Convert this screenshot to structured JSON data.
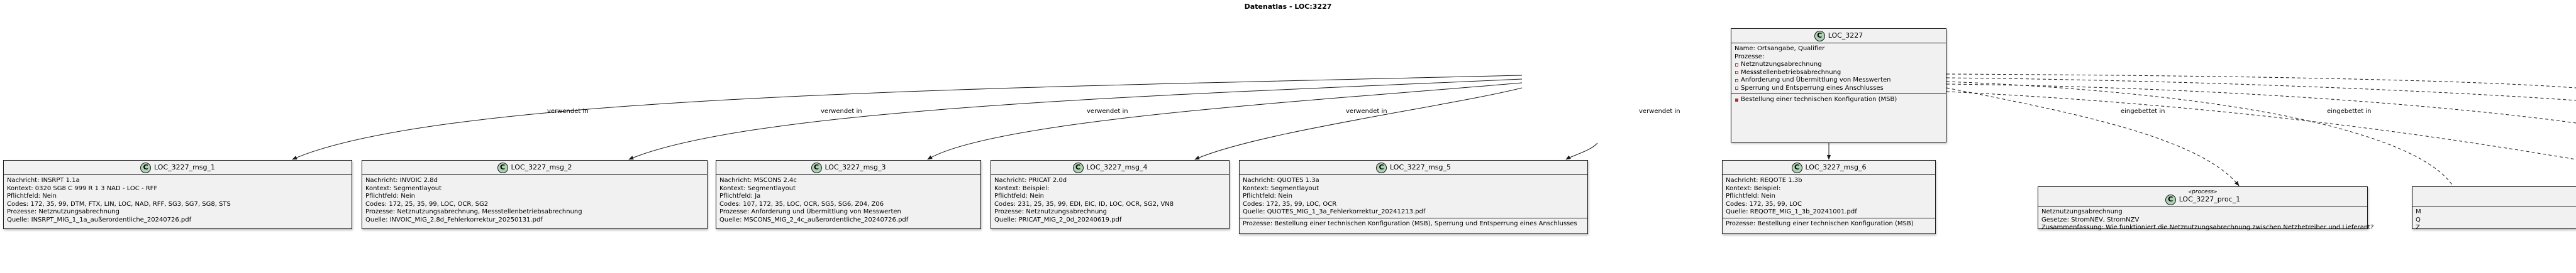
{
  "title": "Datenatlas - LOC:3227",
  "root": {
    "badge": "C",
    "name": "LOC_3227",
    "lines": [
      "Name: Ortsangabe, Qualifier",
      "Prozesse:"
    ],
    "open_items": [
      "Netznutzungsabrechnung",
      "Messstellenbetriebsabrechnung",
      "Anforderung und Übermittlung von Messwerten",
      "Sperrung und Entsperrung eines Anschlusses"
    ],
    "filled_items": [
      "Bestellung einer technischen Konfiguration (MSB)"
    ]
  },
  "edges": {
    "used_in": "verwendet in",
    "embedded_in": "eingebettet in"
  },
  "messages": [
    {
      "badge": "C",
      "name": "LOC_3227_msg_1",
      "lines": [
        "Nachricht: INSRPT 1.1a",
        "Kontext: 0320   SG8   C   999   R   1   3   NAD - LOC - RFF",
        "Pflichtfeld: Nein",
        "Codes: 172, 35, 99, DTM, FTX, LIN, LOC, NAD, RFF, SG3, SG7, SG8, STS",
        "Prozesse: Netznutzungsabrechnung",
        "Quelle: INSRPT_MIG_1_1a_außerordentliche_20240726.pdf"
      ],
      "footer": []
    },
    {
      "badge": "C",
      "name": "LOC_3227_msg_2",
      "lines": [
        "Nachricht: INVOIC 2.8d",
        "Kontext: Segmentlayout",
        "Pflichtfeld: Nein",
        "Codes: 172, 25, 35, 99, LOC, OCR, SG2",
        "Prozesse: Netznutzungsabrechnung, Messstellenbetriebsabrechnung",
        "Quelle: INVOIC_MIG_2.8d_Fehlerkorrektur_20250131.pdf"
      ],
      "footer": []
    },
    {
      "badge": "C",
      "name": "LOC_3227_msg_3",
      "lines": [
        "Nachricht: MSCONS 2.4c",
        "Kontext: Segmentlayout",
        "Pflichtfeld: Ja",
        "Codes: 107, 172, 35, LOC, OCR, SG5, SG6, Z04, Z06",
        "Prozesse: Anforderung und Übermittlung von Messwerten",
        "Quelle: MSCONS_MIG_2_4c_außerordentliche_20240726.pdf"
      ],
      "footer": []
    },
    {
      "badge": "C",
      "name": "LOC_3227_msg_4",
      "lines": [
        "Nachricht: PRICAT 2.0d",
        "Kontext: Beispiel:",
        "Pflichtfeld: Nein",
        "Codes: 231, 25, 35, 99, EDI, EIC, ID, LOC, OCR, SG2, VN8",
        "Prozesse: Netznutzungsabrechnung",
        "Quelle: PRICAT_MIG_2_0d_20240619.pdf"
      ],
      "footer": []
    },
    {
      "badge": "C",
      "name": "LOC_3227_msg_5",
      "lines": [
        "Nachricht: QUOTES 1.3a",
        "Kontext: Segmentlayout",
        "Pflichtfeld: Nein",
        "Codes: 172, 35, 99, LOC, OCR",
        "Quelle: QUOTES_MIG_1_3a_Fehlerkorrektur_20241213.pdf"
      ],
      "footer": [
        "Prozesse: Bestellung einer technischen Konfiguration (MSB), Sperrung und Entsperrung eines Anschlusses"
      ]
    },
    {
      "badge": "C",
      "name": "LOC_3227_msg_6",
      "lines": [
        "Nachricht: REQOTE 1.3b",
        "Kontext: Beispiel:",
        "Pflichtfeld: Nein",
        "Codes: 172, 35, 99, LOC",
        "Quelle: REQOTE_MIG_1_3b_20241001.pdf"
      ],
      "footer": [
        "Prozesse: Bestellung einer technischen Konfiguration (MSB)"
      ]
    }
  ],
  "process_1": {
    "badge": "C",
    "stereotype": "«process»",
    "name": "LOC_3227_proc_1",
    "lines": [
      "Netznutzungsabrechnung",
      "Gesetze: StromNEV, StromNZV",
      "Zusammenfassung: Wie funktioniert die Netznutzungsabrechnung zwischen Netzbetreiber und Lieferant?"
    ]
  },
  "process_2_partial": {
    "lines": [
      "M",
      "Q",
      "Z"
    ]
  }
}
